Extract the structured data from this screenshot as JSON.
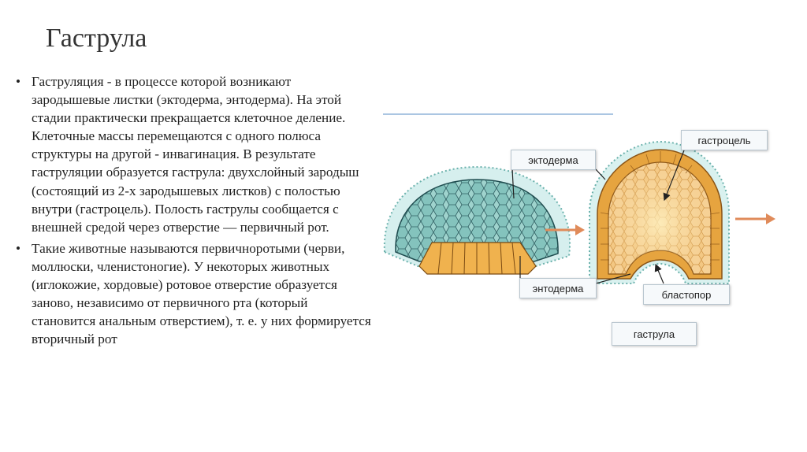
{
  "title": "Гаструла",
  "bullets": [
    "Гаструляция - в процессе которой возникают зародышевые листки (эктодерма, энтодерма). На этой стадии практически прекращается клеточное деление. Клеточные массы перемещаются с одного полюса структуры на другой - инвагинация. В результате гаструляции образуется гаструла: двухслойный зародыш (состоящий из 2-х зародышевых листков) с полостью внутри (гастроцель). Полость гаструлы сообщается с внешней средой через отверстие — первичный рот.",
    "Такие животные называются первичноротыми (черви, моллюски, членистоногие). У некоторых животных (иглокожие, хордовые) ротовое отверстие образуется заново, независимо от первичного рта (который становится анальным отверстием), т. е. у них формируется вторичный рот"
  ],
  "diagram": {
    "labels": {
      "ectoderm": "эктодерма",
      "gastrocoel": "гастроцель",
      "endoderm": "энтодерма",
      "blastopore": "бластопор",
      "gastrula": "гаструла"
    },
    "colors": {
      "blastula_cells": "#8ec9c4",
      "ectoderm": "#e9a94a",
      "cavity": "#f3c98a",
      "arrow": "#e08b5a"
    }
  }
}
